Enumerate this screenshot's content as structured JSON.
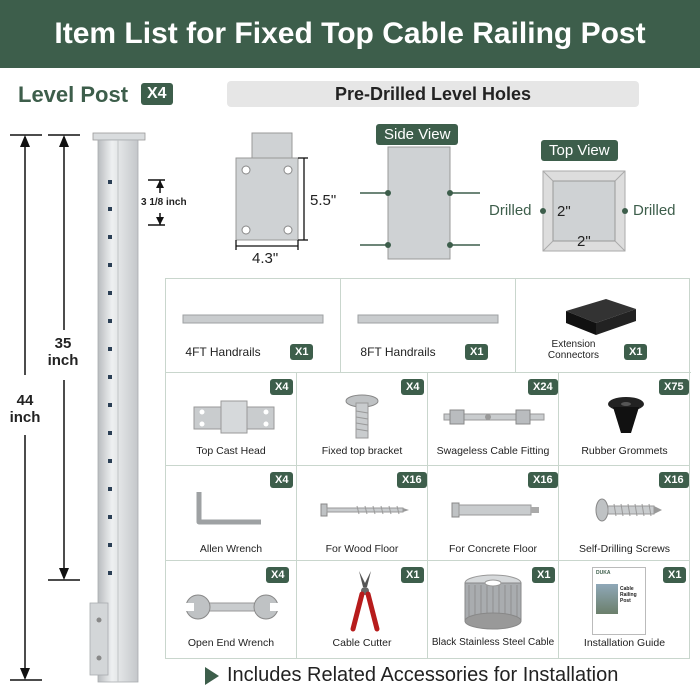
{
  "header": {
    "title": "Item List for Fixed Top Cable Railing Post"
  },
  "level_post": {
    "title": "Level Post",
    "qty": "X4"
  },
  "dimensions": {
    "overall": "44\ninch",
    "inner": "35\ninch",
    "spacing": "3 1/8 inch",
    "plate_height": "5.5\"",
    "plate_width": "4.3\""
  },
  "pre_drilled": {
    "title": "Pre-Drilled Level Holes",
    "side_view": "Side View",
    "top_view": "Top View",
    "drilled_left": "Drilled",
    "drilled_right": "Drilled",
    "dim_a": "2\"",
    "dim_b": "2\""
  },
  "items": {
    "handrail_4ft": {
      "label": "4FT Handrails",
      "qty": "X1"
    },
    "handrail_8ft": {
      "label": "8FT Handrails",
      "qty": "X1"
    },
    "ext_connectors": {
      "label": "Extension\nConnectors",
      "qty": "X1"
    },
    "top_cast_head": {
      "label": "Top Cast Head",
      "qty": "X4"
    },
    "fixed_top_bracket": {
      "label": "Fixed top bracket",
      "qty": "X4"
    },
    "swageless_fitting": {
      "label": "Swageless Cable Fitting",
      "qty": "X24"
    },
    "rubber_grommets": {
      "label": "Rubber Grommets",
      "qty": "X75"
    },
    "allen_wrench": {
      "label": "Allen Wrench",
      "qty": "X4"
    },
    "wood_floor": {
      "label": "For Wood Floor",
      "qty": "X16"
    },
    "concrete_floor": {
      "label": "For Concrete Floor",
      "qty": "X16"
    },
    "self_drilling": {
      "label": "Self-Drilling Screws",
      "qty": "X16"
    },
    "open_end_wrench": {
      "label": "Open End Wrench",
      "qty": "X4"
    },
    "cable_cutter": {
      "label": "Cable Cutter",
      "qty": "X1"
    },
    "steel_cable": {
      "label": "Black Stainless Steel Cable",
      "qty": "X1"
    },
    "install_guide": {
      "label": "Installation Guide",
      "qty": "X1",
      "cover_brand": "DUKA",
      "cover_title": "Cable\nRailing Post"
    }
  },
  "footer": {
    "text": "Includes Related Accessories for Installation"
  }
}
